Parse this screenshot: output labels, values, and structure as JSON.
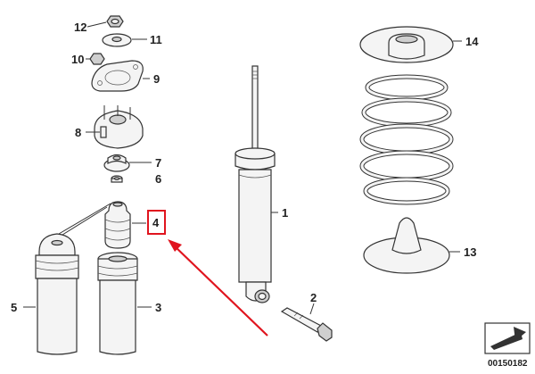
{
  "labels": {
    "p1": "1",
    "p2": "2",
    "p3": "3",
    "p4": "4",
    "p5": "5",
    "p6": "6",
    "p7": "7",
    "p8": "8",
    "p9": "9",
    "p10": "10",
    "p11": "11",
    "p12": "12",
    "p13": "13",
    "p14": "14"
  },
  "diagram_code": "00150182",
  "colors": {
    "highlight": "#e0141e",
    "line": "#333333"
  },
  "icons": {
    "corner": "bmw-parts-arrow-icon"
  }
}
